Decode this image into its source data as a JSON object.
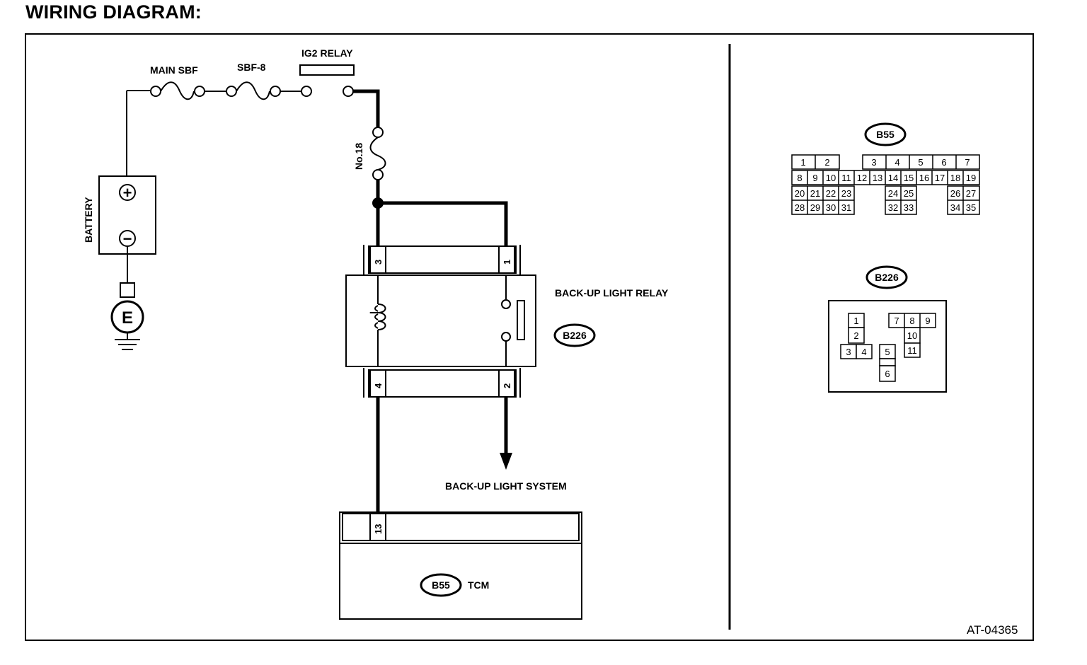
{
  "heading": "WIRING DIAGRAM:",
  "labels": {
    "main_sbf": "MAIN SBF",
    "sbf8": "SBF-8",
    "ig2_relay": "IG2 RELAY",
    "no18": "No.18",
    "battery": "BATTERY",
    "plus": "+",
    "minus": "−",
    "ground": "E",
    "relay": "BACK-UP LIGHT RELAY",
    "relay_connector": "B226",
    "backup_system": "BACK-UP LIGHT SYSTEM",
    "tcm_connector": "B55",
    "tcm": "TCM",
    "code": "AT-04365"
  },
  "relay_pins": {
    "p3": "3",
    "p1": "1",
    "p4": "4",
    "p2": "2"
  },
  "tcm_pin": "13",
  "connectors": {
    "b55": {
      "label": "B55",
      "row1": [
        "1",
        "2",
        "3",
        "4",
        "5",
        "6",
        "7"
      ],
      "row2": [
        "8",
        "9",
        "10",
        "11",
        "12",
        "13",
        "14",
        "15",
        "16",
        "17",
        "18",
        "19"
      ],
      "row3": [
        "20",
        "21",
        "22",
        "23",
        "24",
        "25",
        "26",
        "27"
      ],
      "row4": [
        "28",
        "29",
        "30",
        "31",
        "32",
        "33",
        "34",
        "35"
      ]
    },
    "b226": {
      "label": "B226",
      "pins": [
        "1",
        "2",
        "3",
        "4",
        "5",
        "6",
        "7",
        "8",
        "9",
        "10",
        "11"
      ]
    }
  }
}
